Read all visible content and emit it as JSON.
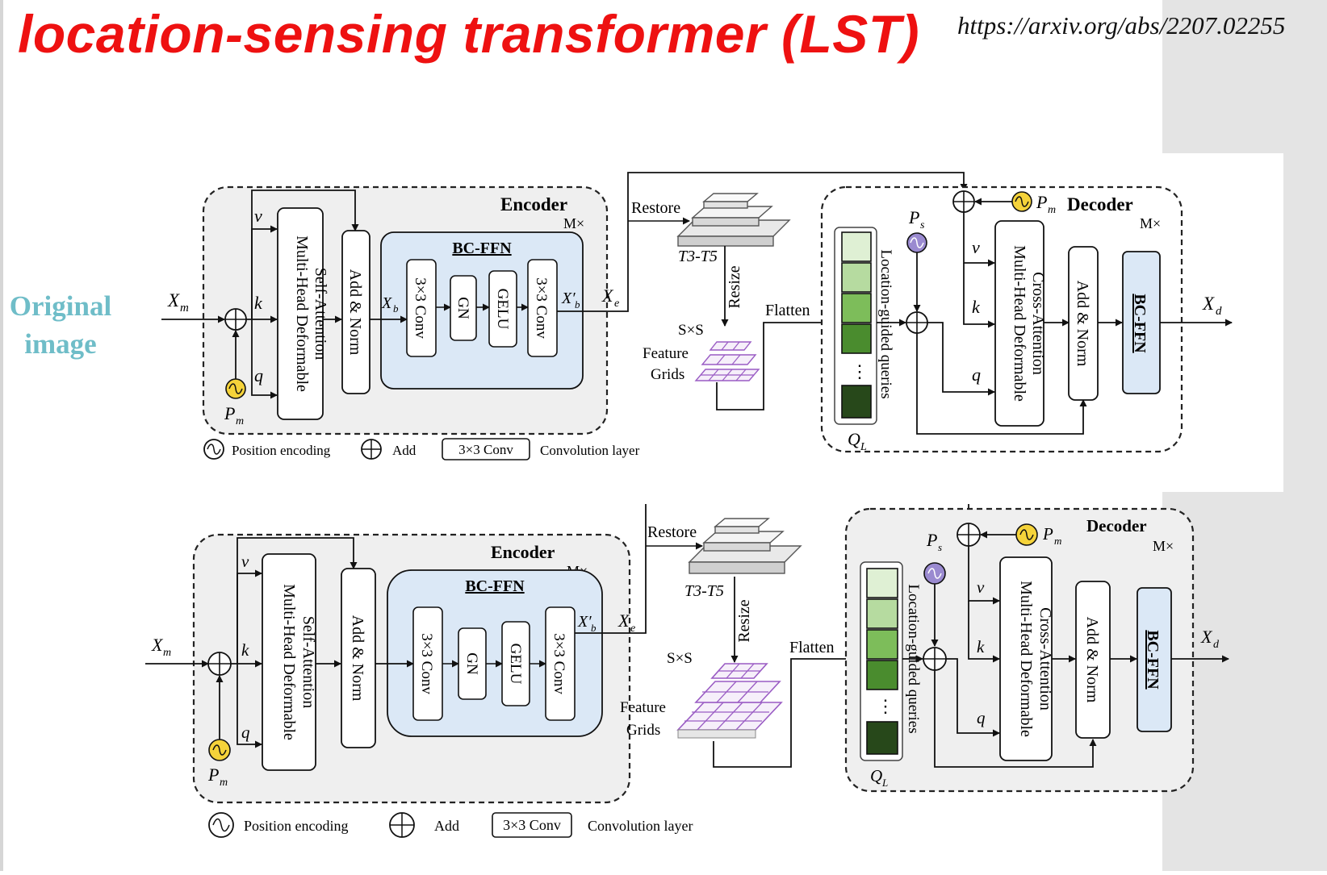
{
  "slide": {
    "title": "location-sensing transformer (LST)",
    "url": "https://arxiv.org/abs/2207.02255",
    "original_label_line1": "Original",
    "original_label_line2": "image"
  },
  "colors": {
    "title": "#ee1111",
    "original_label": "#6fbdc8",
    "ffn_fill": "#dbe8f6",
    "pm_circle": "#f5d33a",
    "ps_circle": "#9a8ad0",
    "grid": "#9a5cc4"
  },
  "top": {
    "encoder_title": "Encoder",
    "encoder_repeat": "M×",
    "x_input": "X",
    "x_input_sub": "m",
    "v": "v",
    "k": "k",
    "q": "q",
    "pm": "P",
    "pm_sub": "m",
    "mhdsa_line1": "Multi-Head Deformable",
    "mhdsa_line2": "Self-Attention",
    "add_norm": "Add & Norm",
    "bcffn_title": "BC-FFN",
    "xb": "X",
    "xb_sub": "b",
    "conv1": "3×3 Conv",
    "gn": "GN",
    "gelu": "GELU",
    "conv2": "3×3 Conv",
    "xb_prime": "X′",
    "xb_prime_sub": "b",
    "xe": "X",
    "xe_sub": "e",
    "restore": "Restore",
    "t3t5": "T3-T5",
    "resize": "Resize",
    "sxs": "S×S",
    "feature": "Feature",
    "grids": "Grids",
    "flatten": "Flatten",
    "ps": "P",
    "ps_sub": "s",
    "queries_label": "Location-guided queries",
    "dots": "⋮",
    "ql": "Q",
    "ql_sub": "L",
    "decoder_title": "Decoder",
    "decoder_repeat": "M×",
    "mhdca_line1": "Multi-Head Deformable",
    "mhdca_line2": "Cross-Attention",
    "dec_add_norm": "Add & Norm",
    "dec_bcffn": "BC-FFN",
    "xd": "X",
    "xd_sub": "d",
    "legend_pos": "Position encoding",
    "legend_add": "Add",
    "legend_conv_box": "3×3 Conv",
    "legend_conv": "Convolution layer"
  },
  "bottom": {
    "encoder_title": "Encoder",
    "encoder_repeat": "M×",
    "x_input": "X",
    "x_input_sub": "m",
    "v": "v",
    "k": "k",
    "q": "q",
    "pm": "P",
    "pm_sub": "m",
    "mhdsa_line1": "Multi-Head Deformable",
    "mhdsa_line2": "Self-Attention",
    "add_norm": "Add & Norm",
    "bcffn_title": "BC-FFN",
    "conv1": "3×3 Conv",
    "gn": "GN",
    "gelu": "GELU",
    "conv2": "3×3 Conv",
    "xb_prime": "X′",
    "xb_prime_sub": "b",
    "xe": "X",
    "xe_sub": "e",
    "restore": "Restore",
    "t3t5": "T3-T5",
    "resize": "Resize",
    "sxs": "S×S",
    "feature": "Feature",
    "grids": "Grids",
    "flatten": "Flatten",
    "ps": "P",
    "ps_sub": "s",
    "queries_label": "Location-guided queries",
    "dots": "⋮",
    "ql": "Q",
    "ql_sub": "L",
    "decoder_title": "Decoder",
    "decoder_repeat": "M×",
    "mhdca_line1": "Multi-Head Deformable",
    "mhdca_line2": "Cross-Attention",
    "dec_add_norm": "Add & Norm",
    "dec_bcffn": "BC-FFN",
    "xd": "X",
    "xd_sub": "d",
    "legend_pos": "Position encoding",
    "legend_add": "Add",
    "legend_conv_box": "3×3 Conv",
    "legend_conv": "Convolution layer"
  }
}
